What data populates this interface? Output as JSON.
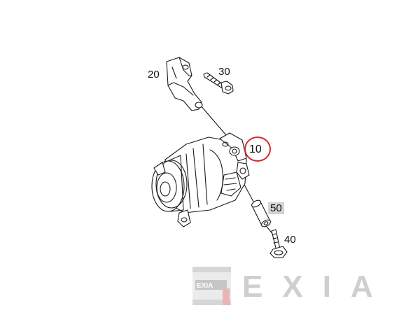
{
  "callouts": {
    "c10": "10",
    "c20": "20",
    "c30": "30",
    "c40": "40",
    "c50": "50"
  },
  "colors": {
    "highlight_ring": "#d7262c",
    "callout_box": "#d4d4d4",
    "line_art": "#1a1a1a",
    "watermark": "#cfcfcf"
  },
  "watermark": {
    "logo_text": "EXIA",
    "word_text": "EXIA"
  }
}
